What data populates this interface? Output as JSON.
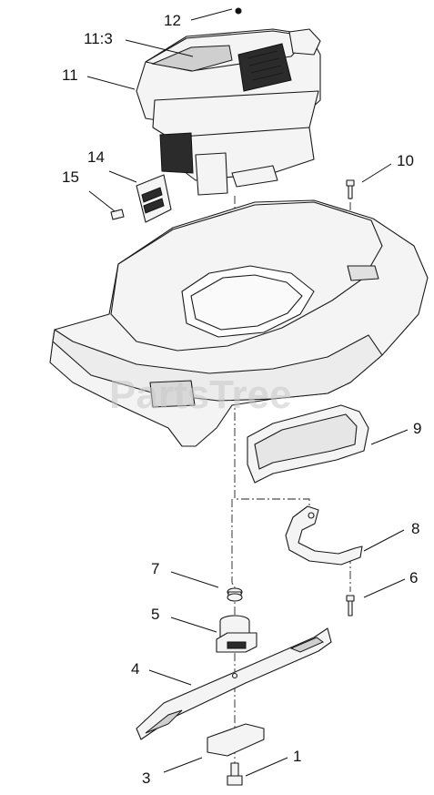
{
  "diagram": {
    "watermark": "PartsTree",
    "callouts": {
      "c12": "12",
      "c11_3": "11:3",
      "c11": "11",
      "c14": "14",
      "c15": "15",
      "c10": "10",
      "c9": "9",
      "c8": "8",
      "c7": "7",
      "c6": "6",
      "c5": "5",
      "c4": "4",
      "c3": "3",
      "c1": "1"
    }
  }
}
